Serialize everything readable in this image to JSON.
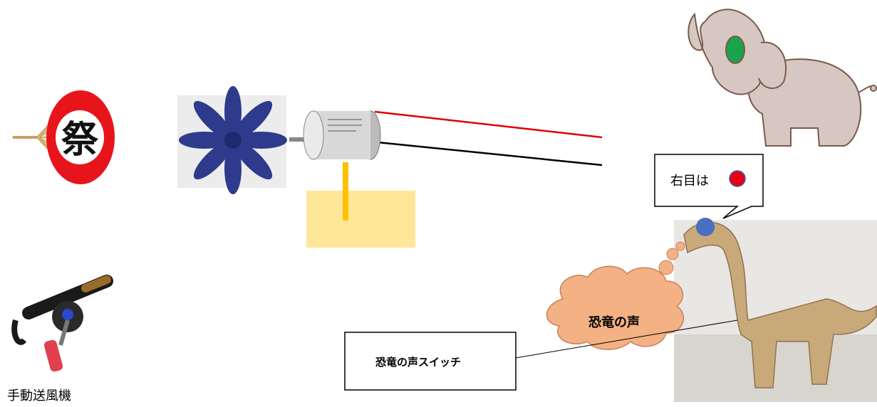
{
  "labels": {
    "manual_fan": "手動送風機",
    "eye_callout": "右目は",
    "dino_voice": "恐竜の声",
    "dino_voice_switch": "恐竜の声スイッチ"
  },
  "uchiwa_glyph": "祭",
  "colors": {
    "red_wire": "#e00000",
    "black_wire": "#000000",
    "elephant_body": "#d6c7c2",
    "elephant_outline": "#7a5a4a",
    "elephant_eye": "#1aa34a",
    "dino_eye": "#4a6fc0",
    "callout_dot": "#e60012",
    "cloud": "#f4b183",
    "yellow_box": "#ffe699",
    "yellow_stick": "#ffc000",
    "propeller": "#2e3a8c",
    "uchiwa_red": "#e8141c",
    "cardboard": "#c9a97a"
  },
  "icons": [
    "uchiwa-fan-icon",
    "propeller-icon",
    "dc-motor-icon",
    "elephant-illustration",
    "hand-crank-blower-icon",
    "cardboard-dinosaur-photo"
  ]
}
